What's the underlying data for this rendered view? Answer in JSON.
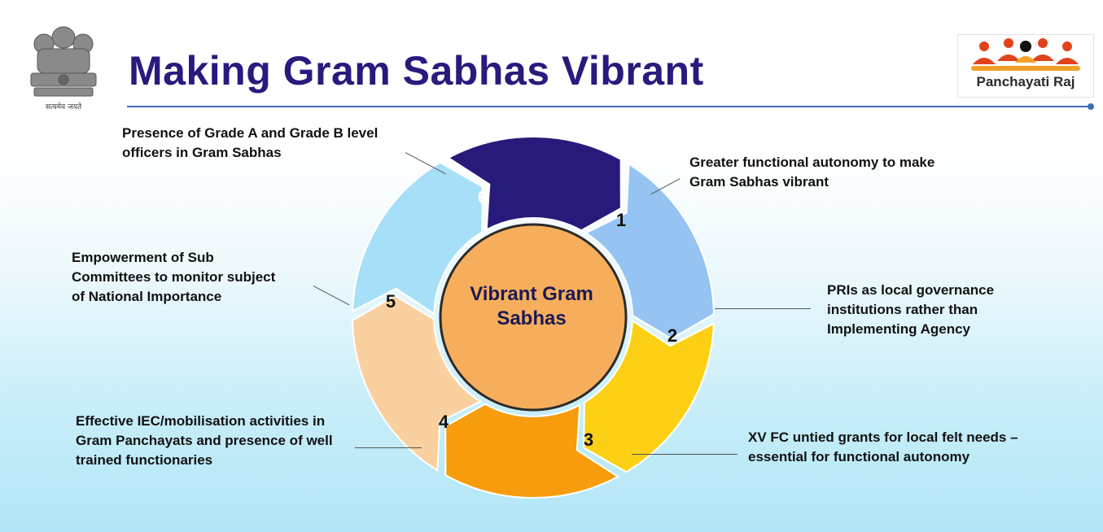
{
  "header": {
    "title": "Making Gram Sabhas Vibrant",
    "emblem": {
      "icon": "national-emblem-icon",
      "caption": "सत्यमेव जयते"
    },
    "logo": {
      "icon": "panchayati-raj-logo-icon",
      "text": "Panchayati Raj"
    }
  },
  "diagram": {
    "center": "Vibrant Gram Sabhas",
    "segments": [
      {
        "number": "1",
        "label": "Greater functional autonomy to make Gram Sabhas vibrant",
        "color": "#95c4f2"
      },
      {
        "number": "2",
        "label": "PRIs as local governance institutions rather than Implementing Agency",
        "color": "#fcd015"
      },
      {
        "number": "3",
        "label": "XV FC untied grants for local felt needs – essential for functional autonomy",
        "color": "#f79c0c"
      },
      {
        "number": "4",
        "label": "Effective IEC/mobilisation activities in Gram Panchayats and presence of well trained functionaries",
        "color": "#fbd0a0"
      },
      {
        "number": "5",
        "label": "Empowerment of Sub Committees to monitor subject of National Importance",
        "color": "#a7dff8"
      },
      {
        "number": "6",
        "label": "Presence of Grade A and Grade B level officers in Gram Sabhas",
        "color": "#271a7a"
      }
    ]
  },
  "colors": {
    "title": "#2a1a7e",
    "center_fill": "#f7ae5c",
    "rule": "#3a6fb5"
  }
}
